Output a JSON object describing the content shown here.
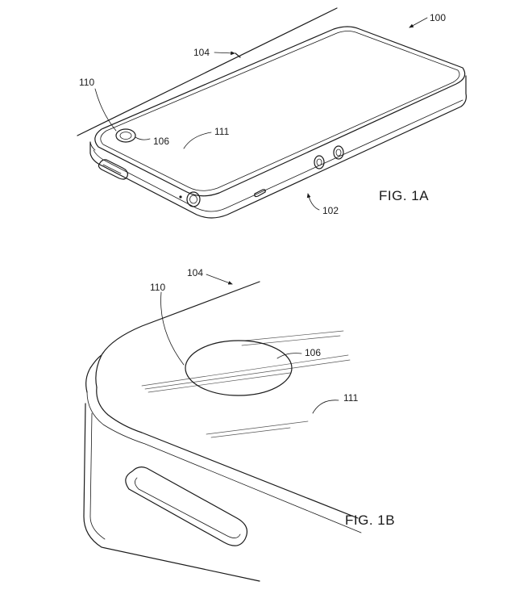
{
  "figures": {
    "fig1a": {
      "caption": "FIG. 1A",
      "refs": {
        "r100": "100",
        "r104": "104",
        "r110": "110",
        "r106": "106",
        "r111": "111",
        "r102": "102"
      }
    },
    "fig1b": {
      "caption": "FIG. 1B",
      "refs": {
        "r104": "104",
        "r110": "110",
        "r106": "106",
        "r111": "111"
      }
    }
  }
}
